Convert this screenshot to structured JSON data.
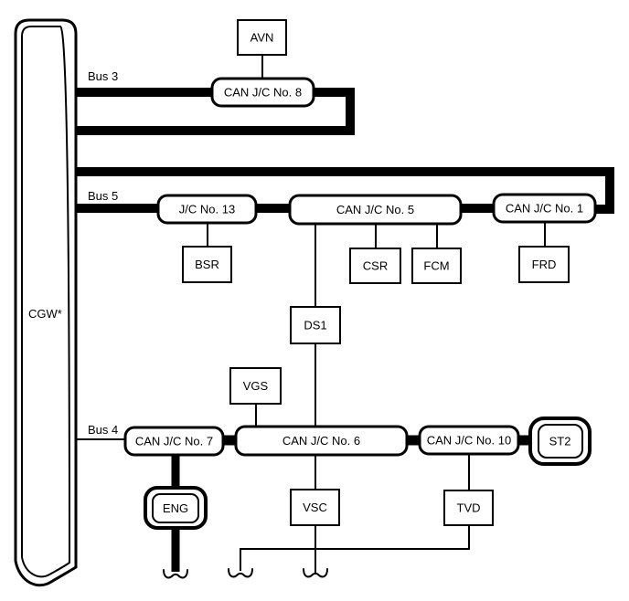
{
  "colors": {
    "background": "#ffffff",
    "line": "#000000",
    "box_fill": "#ffffff"
  },
  "gateway": {
    "label": "CGW*"
  },
  "bus_labels": {
    "bus3": "Bus 3",
    "bus5": "Bus 5",
    "bus4": "Bus 4"
  },
  "nodes": {
    "avn": "AVN",
    "can_jc_8": "CAN J/C No. 8",
    "jc_13": "J/C No. 13",
    "can_jc_5": "CAN J/C No. 5",
    "can_jc_1": "CAN J/C No. 1",
    "bsr": "BSR",
    "csr": "CSR",
    "fcm": "FCM",
    "frd": "FRD",
    "ds1": "DS1",
    "vgs": "VGS",
    "can_jc_7": "CAN J/C No. 7",
    "can_jc_6": "CAN J/C No. 6",
    "can_jc_10": "CAN J/C No. 10",
    "st2": "ST2",
    "eng": "ENG",
    "vsc": "VSC",
    "tvd": "TVD"
  },
  "buses": [
    {
      "label": "Bus 3",
      "members": [
        "CAN J/C No. 8"
      ],
      "branches": [
        "AVN"
      ]
    },
    {
      "label": "Bus 5",
      "members": [
        "J/C No. 13",
        "CAN J/C No. 5",
        "CAN J/C No. 1"
      ],
      "branches": [
        "BSR",
        "CSR",
        "FCM",
        "FRD",
        "DS1"
      ]
    },
    {
      "label": "Bus 4",
      "members": [
        "CAN J/C No. 7",
        "CAN J/C No. 6",
        "CAN J/C No. 10",
        "ST2"
      ],
      "branches": [
        "VGS",
        "ENG",
        "VSC",
        "TVD",
        "DS1"
      ]
    }
  ]
}
